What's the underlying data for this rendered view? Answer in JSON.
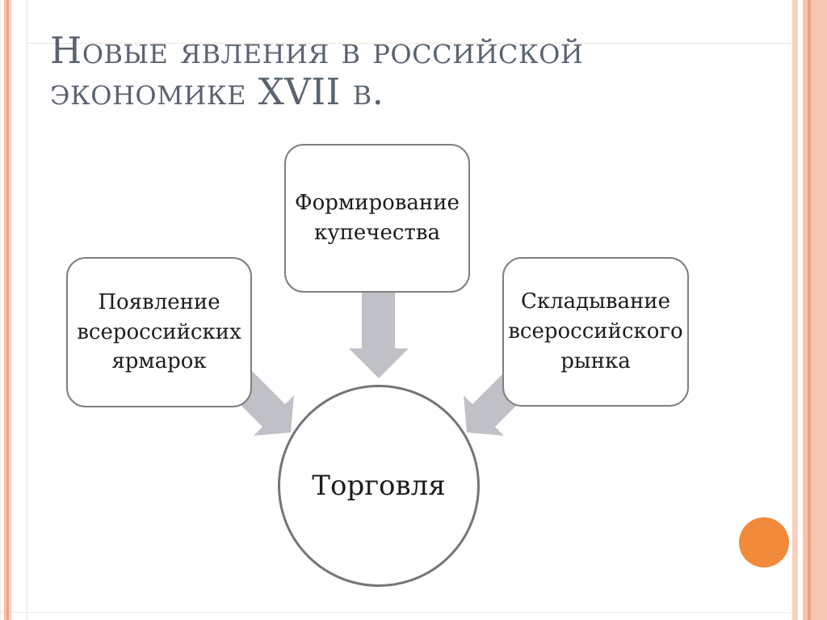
{
  "slide": {
    "title": "Новые явления в российской экономике XVII в.",
    "diagram": {
      "boxes": [
        {
          "id": "fairs",
          "label": "Появление всероссийских ярмарок"
        },
        {
          "id": "merchants",
          "label": "Формирование купечества"
        },
        {
          "id": "market",
          "label": "Складывание всероссийского рынка"
        }
      ],
      "center": {
        "label": "Торговля"
      },
      "arrows": [
        {
          "name": "arrow-down",
          "from": "merchants",
          "to": "center"
        },
        {
          "name": "arrow-down-right",
          "from": "fairs",
          "to": "center"
        },
        {
          "name": "arrow-down-left",
          "from": "market",
          "to": "center"
        }
      ]
    }
  },
  "colors": {
    "title_text": "#5a6370",
    "box_border": "#7f7f7f",
    "circle_border": "#737679",
    "arrow_fill": "#bfc1c6",
    "body_text": "#1c1c1c",
    "accent_orange": "#f28a3c",
    "stripe_salmon": "#f0a17f",
    "stripe_peach": "#f7c6b2",
    "background": "#ffffff"
  }
}
